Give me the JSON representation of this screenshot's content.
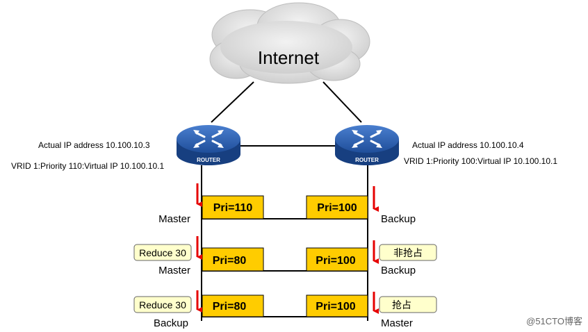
{
  "cloud_label": "Internet",
  "router_label": "ROUTER",
  "left_router": {
    "actual_ip": "Actual IP address 10.100.10.3",
    "vrid": "VRID 1:Priority 110:Virtual IP  10.100.10.1"
  },
  "right_router": {
    "actual_ip": "Actual IP address 10.100.10.4",
    "vrid": "VRID 1:Priority 100:Virtual IP  10.100.10.1"
  },
  "stages": [
    {
      "left_pri": "Pri=110",
      "right_pri": "Pri=100",
      "left_role": "Master",
      "right_role": "Backup",
      "left_tag": "",
      "right_tag": ""
    },
    {
      "left_pri": "Pri=80",
      "right_pri": "Pri=100",
      "left_role": "Master",
      "right_role": "Backup",
      "left_tag": "Reduce 30",
      "right_tag": "非抢占"
    },
    {
      "left_pri": "Pri=80",
      "right_pri": "Pri=100",
      "left_role": "Backup",
      "right_role": "Master",
      "left_tag": "Reduce 30",
      "right_tag": "抢占"
    }
  ],
  "watermark": "@51CTO博客",
  "colors": {
    "priority_box": "#FFCC00",
    "tag_box": "#FFFFCC",
    "arrow": "#E60000",
    "router_blue": "#1F4E9A",
    "cloud": "#D9D9D9"
  }
}
